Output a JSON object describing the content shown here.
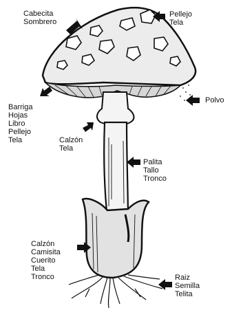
{
  "labels": {
    "cap": [
      "Cabecita",
      "Sombrero"
    ],
    "skin": [
      "Pellejo",
      "Tela"
    ],
    "gills": [
      "Barriga",
      "Hojas",
      "Libro",
      "Pellejo",
      "Tela"
    ],
    "spores": [
      "Polvo"
    ],
    "ring": [
      "Calzón",
      "Tela"
    ],
    "stem": [
      "Palita",
      "Tallo",
      "Tronco"
    ],
    "volva": [
      "Calzón",
      "Camisita",
      "Cuerito",
      "Tela",
      "Tronco"
    ],
    "root": [
      "Raiz",
      "Semilla",
      "Telita"
    ]
  },
  "colors": {
    "ink": "#111111",
    "paper": "#ffffff",
    "cap_fill": "#ececec",
    "stem_fill": "#f4f4f4",
    "volva_fill": "#e2e2e2"
  }
}
